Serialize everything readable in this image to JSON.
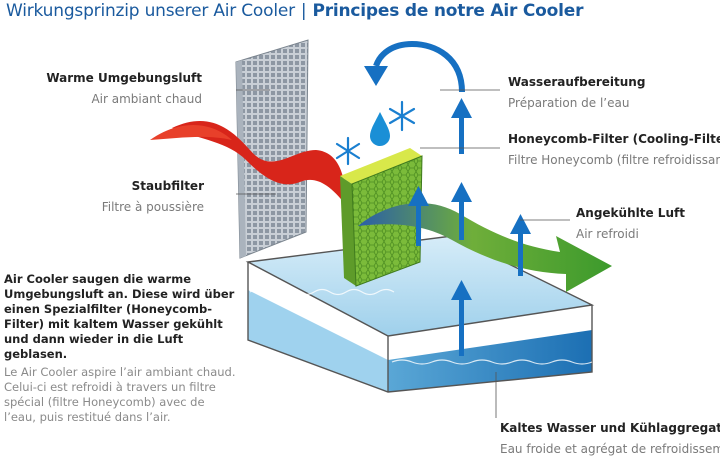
{
  "title": {
    "de": "Wirkungsprinzip unserer Air Cooler",
    "separator": "|",
    "fr": "Principes de notre Air Cooler"
  },
  "labels": {
    "warm_air": {
      "de": "Warme Umgebungsluft",
      "fr": "Air ambiant chaud"
    },
    "dust_filter": {
      "de": "Staubfilter",
      "fr": "Filtre à poussière"
    },
    "water_treatment": {
      "de": "Wasseraufbereitung",
      "fr": "Préparation de l’eau"
    },
    "honeycomb": {
      "de": "Honeycomb-Filter (Cooling-Filter)",
      "fr": "Filtre Honeycomb (filtre refroidissant)"
    },
    "cooled_air": {
      "de": "Angekühlte Luft",
      "fr": "Air refroidi"
    },
    "cold_water": {
      "de": "Kaltes Wasser und Kühlaggregat",
      "fr": "Eau froide et agrégat de refroidissement"
    }
  },
  "description": {
    "de": "Air Cooler saugen die warme Umgebungsluft an. Diese wird über einen Spezialfilter (Honeycomb-Filter) mit kaltem Wasser gekühlt und dann wieder in die Luft geblasen.",
    "fr": "Le Air Cooler aspire l’air ambiant chaud. Celui-ci est refroidi à travers un filtre spécial (filtre Honeycomb) avec de l’eau, puis restitué dans l’air."
  },
  "colors": {
    "title": "#1a5a9e",
    "warm_air": "#d8251a",
    "cool_air": "#2f8f2a",
    "water": "#6fb8df",
    "arrow": "#1670c2",
    "honeycomb": "#8cc63f"
  }
}
